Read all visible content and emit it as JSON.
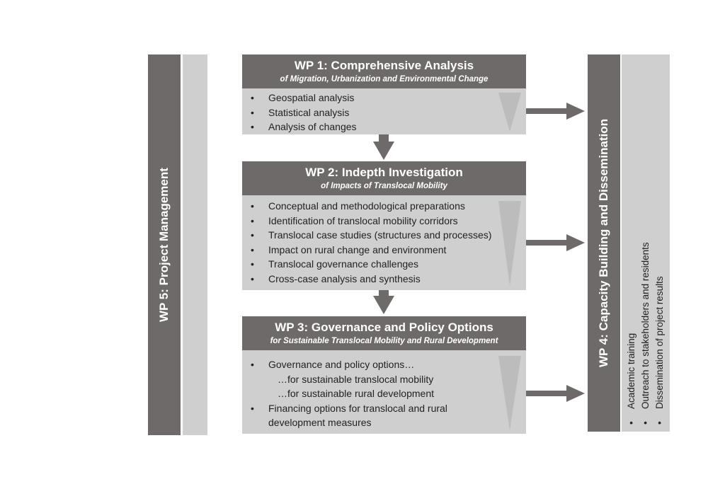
{
  "wp5": {
    "title": "WP 5: Project Management"
  },
  "wp1": {
    "title": "WP 1: Comprehensive Analysis",
    "subtitle": "of Migration, Urbanization and Environmental Change",
    "items": [
      "Geospatial analysis",
      "Statistical analysis",
      "Analysis of changes"
    ]
  },
  "wp2": {
    "title": "WP 2: Indepth Investigation",
    "subtitle": "of Impacts of Translocal Mobility",
    "items": [
      "Conceptual and methodological preparations",
      "Identification of translocal mobility corridors",
      "Translocal case studies (structures and processes)",
      "Impact on rural change and environment",
      "Translocal governance challenges",
      "Cross-case analysis and synthesis"
    ]
  },
  "wp3": {
    "title": "WP 3: Governance and Policy Options",
    "subtitle": "for Sustainable Translocal Mobility and Rural Development",
    "items": [
      "Governance and policy options…",
      "…for sustainable translocal mobility",
      "…for sustainable rural development",
      "Financing options for translocal and rural",
      "development measures"
    ]
  },
  "wp4": {
    "title": "WP 4: Capacity Building and Dissemination",
    "items": [
      "Academic training",
      "Outreach to stakeholders and residents",
      "Dissemination of project results"
    ]
  },
  "colors": {
    "dark": "#6f6a6a",
    "light": "#d0cfcf"
  }
}
